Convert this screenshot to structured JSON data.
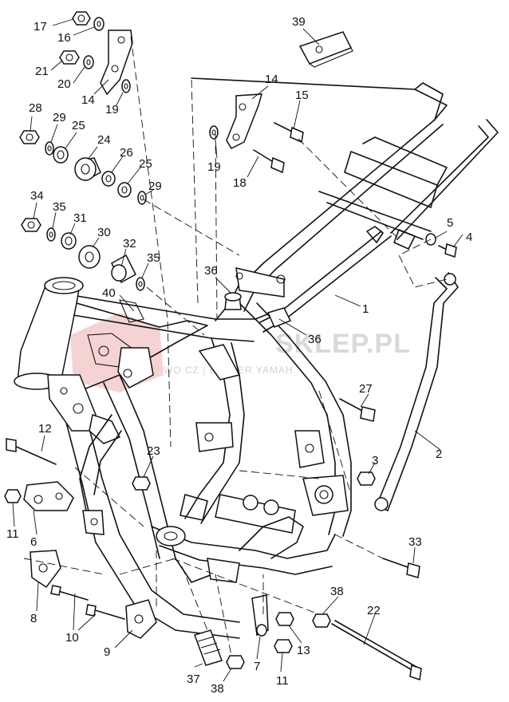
{
  "watermark": {
    "main": "SKLEP.PL",
    "sub": "WO    CZ | DEALER YAMAH"
  },
  "callouts": [
    "1",
    "2",
    "3",
    "4",
    "5",
    "6",
    "7",
    "8",
    "9",
    "10",
    "11",
    "11",
    "12",
    "13",
    "14",
    "14",
    "15",
    "16",
    "17",
    "18",
    "19",
    "19",
    "20",
    "21",
    "22",
    "23",
    "24",
    "25",
    "25",
    "26",
    "27",
    "28",
    "29",
    "29",
    "30",
    "31",
    "32",
    "33",
    "34",
    "35",
    "35",
    "36",
    "36",
    "37",
    "38",
    "38",
    "39",
    "40"
  ]
}
